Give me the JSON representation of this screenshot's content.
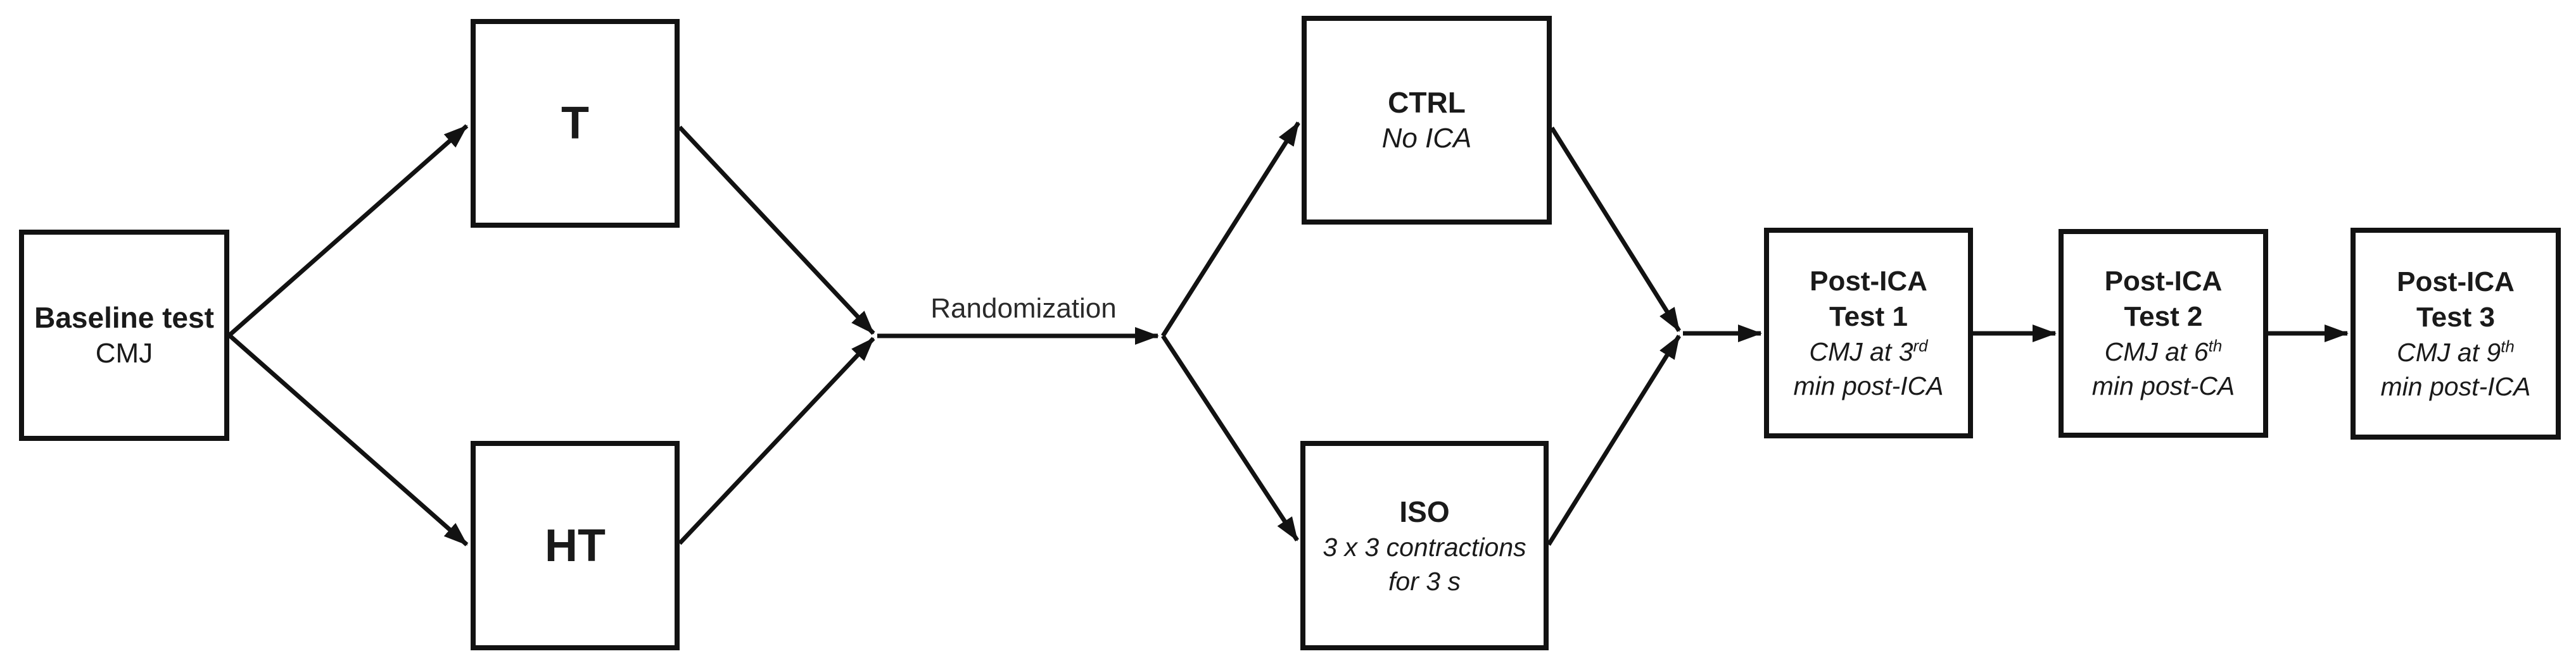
{
  "diagram": {
    "background_color": "#ffffff",
    "line_color": "#121212",
    "text_color": "#1a1a1a",
    "nodes": {
      "baseline": {
        "title": "Baseline test",
        "subtitle": "CMJ"
      },
      "t": {
        "title": "T"
      },
      "ht": {
        "title": "HT"
      },
      "ctrl": {
        "title": "CTRL",
        "subtitle": "No ICA"
      },
      "iso": {
        "title": "ISO",
        "detail_line1": "3 x 3 contractions",
        "detail_line2": "for 3 s"
      },
      "post1": {
        "title_line1": "Post-ICA",
        "title_line2": "Test 1",
        "detail_prefix": "CMJ at 3",
        "detail_sup": "rd",
        "detail_line2": "min post-ICA"
      },
      "post2": {
        "title_line1": "Post-ICA",
        "title_line2": "Test 2",
        "detail_prefix": "CMJ at 6",
        "detail_sup": "th",
        "detail_line2": "min post-CA"
      },
      "post3": {
        "title_line1": "Post-ICA",
        "title_line2": "Test 3",
        "detail_prefix": "CMJ at 9",
        "detail_sup": "th",
        "detail_line2": "min post-ICA"
      }
    },
    "labels": {
      "randomization": "Randomization"
    },
    "edges": [
      {
        "from": "baseline",
        "to": "t"
      },
      {
        "from": "baseline",
        "to": "ht"
      },
      {
        "from": "t",
        "to": "randomization-junction"
      },
      {
        "from": "ht",
        "to": "randomization-junction"
      },
      {
        "from": "randomization-junction",
        "to": "allocation-junction",
        "label": "Randomization"
      },
      {
        "from": "allocation-junction",
        "to": "ctrl"
      },
      {
        "from": "allocation-junction",
        "to": "iso"
      },
      {
        "from": "ctrl",
        "to": "post-test-junction"
      },
      {
        "from": "iso",
        "to": "post-test-junction"
      },
      {
        "from": "post-test-junction",
        "to": "post1"
      },
      {
        "from": "post1",
        "to": "post2"
      },
      {
        "from": "post2",
        "to": "post3"
      }
    ]
  }
}
